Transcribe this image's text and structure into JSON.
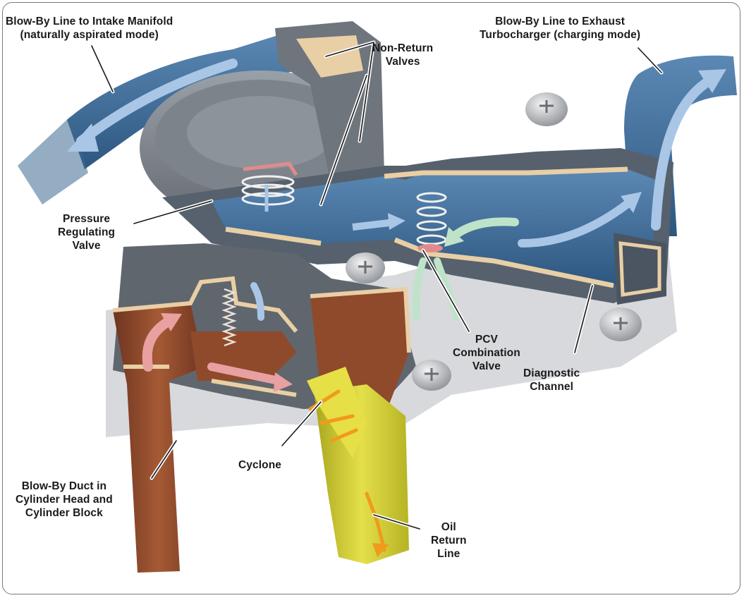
{
  "labels": {
    "blowby_intake": "Blow-By Line to Intake Manifold\n(naturally aspirated mode)",
    "non_return": "Non-Return\nValves",
    "blowby_exhaust": "Blow-By Line to Exhaust\nTurbocharger (charging mode)",
    "pressure_regulating": "Pressure\nRegulating\nValve",
    "pcv_combination": "PCV\nCombination\nValve",
    "diagnostic_channel": "Diagnostic\nChannel",
    "cyclone": "Cyclone",
    "blowby_duct": "Blow-By Duct in\nCylinder Head and\nCylinder Block",
    "oil_return": "Oil\nReturn\nLine"
  },
  "colors": {
    "housing": "#8a8f98",
    "housing_dark": "#5f646c",
    "blue_line": "#3e6d9a",
    "blue_dark": "#274a6e",
    "cutface": "#e9cfa5",
    "copper": "#8e4a2b",
    "oil_yellow": "#d8d43a",
    "arrow_blue": "#a9c6e6",
    "arrow_pink": "#e8a0a0",
    "arrow_green": "#bfe3c8",
    "arrow_orange": "#f09a1e",
    "leader": "#1a1a1a"
  }
}
